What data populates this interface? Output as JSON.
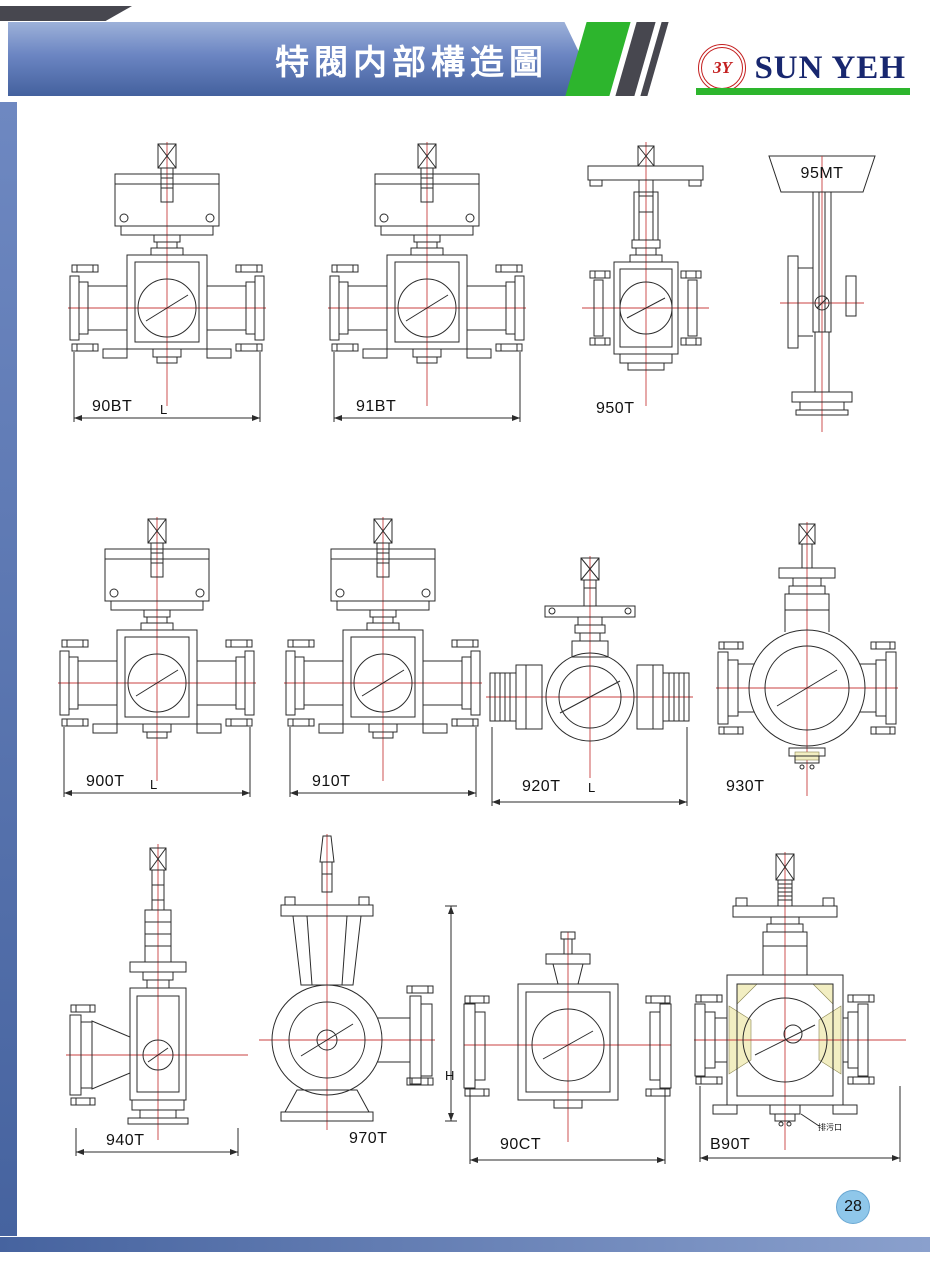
{
  "header": {
    "title": "特閥内部構造圖",
    "logo": {
      "mark": "3Y",
      "name": "SUN YEH"
    }
  },
  "page": {
    "number": "28"
  },
  "valves": [
    {
      "label": "90BT",
      "dim": "L",
      "variant": "threeway"
    },
    {
      "label": "91BT",
      "dim": "",
      "variant": "threeway"
    },
    {
      "label": "950T",
      "dim": "",
      "variant": "wafer-tall"
    },
    {
      "label": "95MT",
      "dim": "",
      "variant": "mono-vertical"
    },
    {
      "label": "900T",
      "dim": "L",
      "variant": "threeway"
    },
    {
      "label": "910T",
      "dim": "",
      "variant": "threeway"
    },
    {
      "label": "920T",
      "dim": "L",
      "variant": "threaded-horizontal"
    },
    {
      "label": "930T",
      "dim": "",
      "variant": "side-entry"
    },
    {
      "label": "940T",
      "dim": "",
      "variant": "angle"
    },
    {
      "label": "970T",
      "dim": "H",
      "variant": "globe"
    },
    {
      "label": "90CT",
      "dim": "",
      "variant": "compact-wafer"
    },
    {
      "label": "B90T",
      "dim": "",
      "variant": "threeway-highlight",
      "annotation": "排污口"
    }
  ]
}
